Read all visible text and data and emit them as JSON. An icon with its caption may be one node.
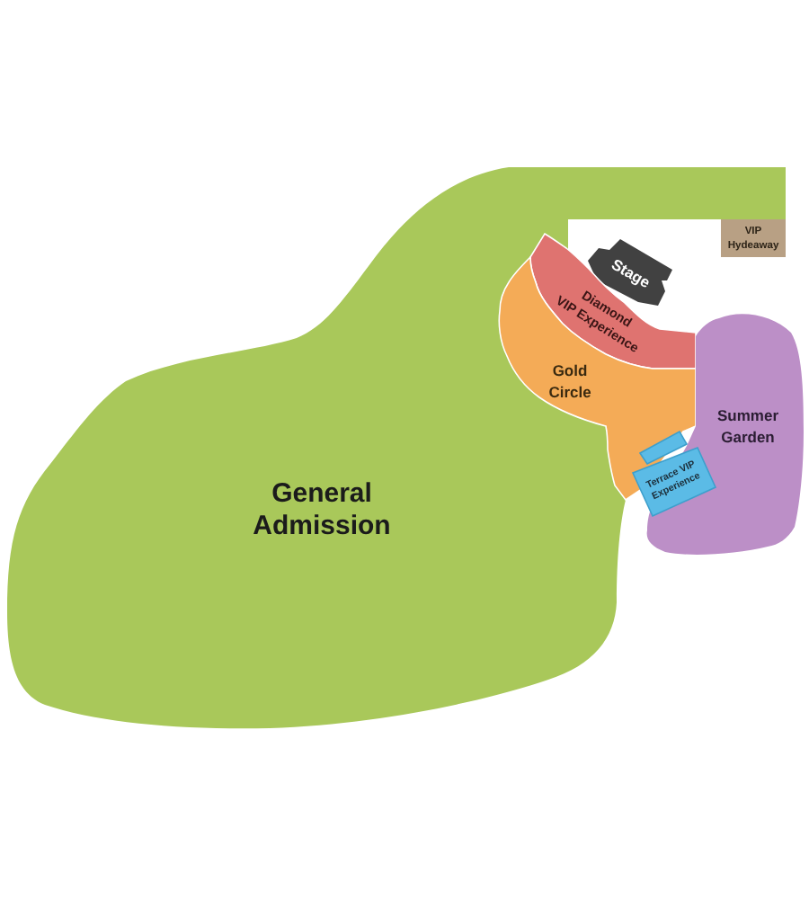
{
  "diagram": {
    "nodes": [
      {
        "text": [
          "General Admission"
        ]
      },
      {
        "text": [
          "VIP Hydeaway"
        ]
      },
      {
        "text": [
          "Stage"
        ]
      },
      {
        "text": [
          "Diamond VIP Experience"
        ]
      },
      {
        "text": [
          "Gold Circle"
        ]
      },
      {
        "text": [
          "Summer Garden"
        ]
      },
      {
        "text": [
          "Terrace VIP Experience"
        ]
      }
    ]
  }
}
